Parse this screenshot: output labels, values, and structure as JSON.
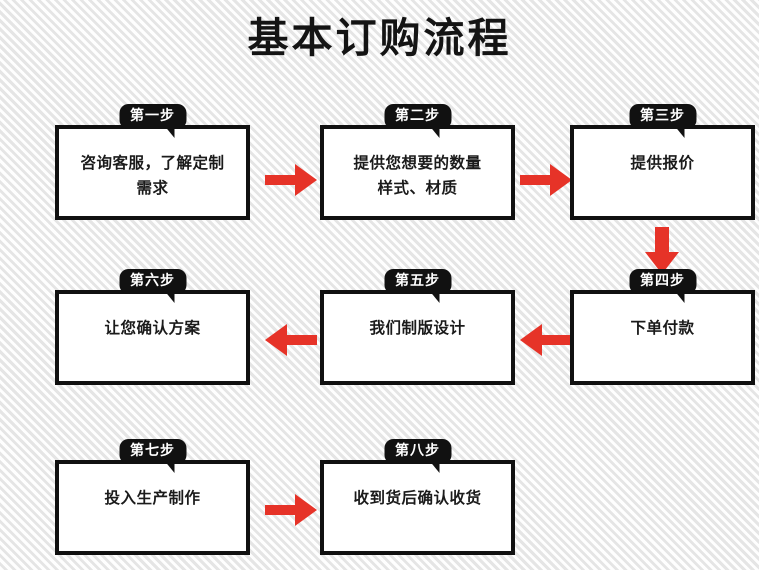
{
  "page": {
    "title": "基本订购流程",
    "background_color": "#f6f6f6",
    "box_border_color": "#111111",
    "badge_color": "#111111",
    "arrow_color": "#e63328"
  },
  "steps": [
    {
      "badge": "第一步",
      "text": "咨询客服，了解定制\n需求",
      "icon": "step-badge-icon"
    },
    {
      "badge": "第二步",
      "text": "提供您想要的数量\n样式、材质",
      "icon": "step-badge-icon"
    },
    {
      "badge": "第三步",
      "text": "提供报价",
      "icon": "step-badge-icon"
    },
    {
      "badge": "第四步",
      "text": "下单付款",
      "icon": "step-badge-icon"
    },
    {
      "badge": "第五步",
      "text": "我们制版设计",
      "icon": "step-badge-icon"
    },
    {
      "badge": "第六步",
      "text": "让您确认方案",
      "icon": "step-badge-icon"
    },
    {
      "badge": "第七步",
      "text": "投入生产制作",
      "icon": "step-badge-icon"
    },
    {
      "badge": "第八步",
      "text": "收到货后确认收货",
      "icon": "step-badge-icon"
    }
  ],
  "arrows": [
    {
      "name": "arrow-step1-to-step2",
      "direction": "right"
    },
    {
      "name": "arrow-step2-to-step3",
      "direction": "right"
    },
    {
      "name": "arrow-step3-to-step4",
      "direction": "down"
    },
    {
      "name": "arrow-step4-to-step5",
      "direction": "left"
    },
    {
      "name": "arrow-step5-to-step6",
      "direction": "left"
    },
    {
      "name": "arrow-step7-to-step8",
      "direction": "right"
    }
  ]
}
